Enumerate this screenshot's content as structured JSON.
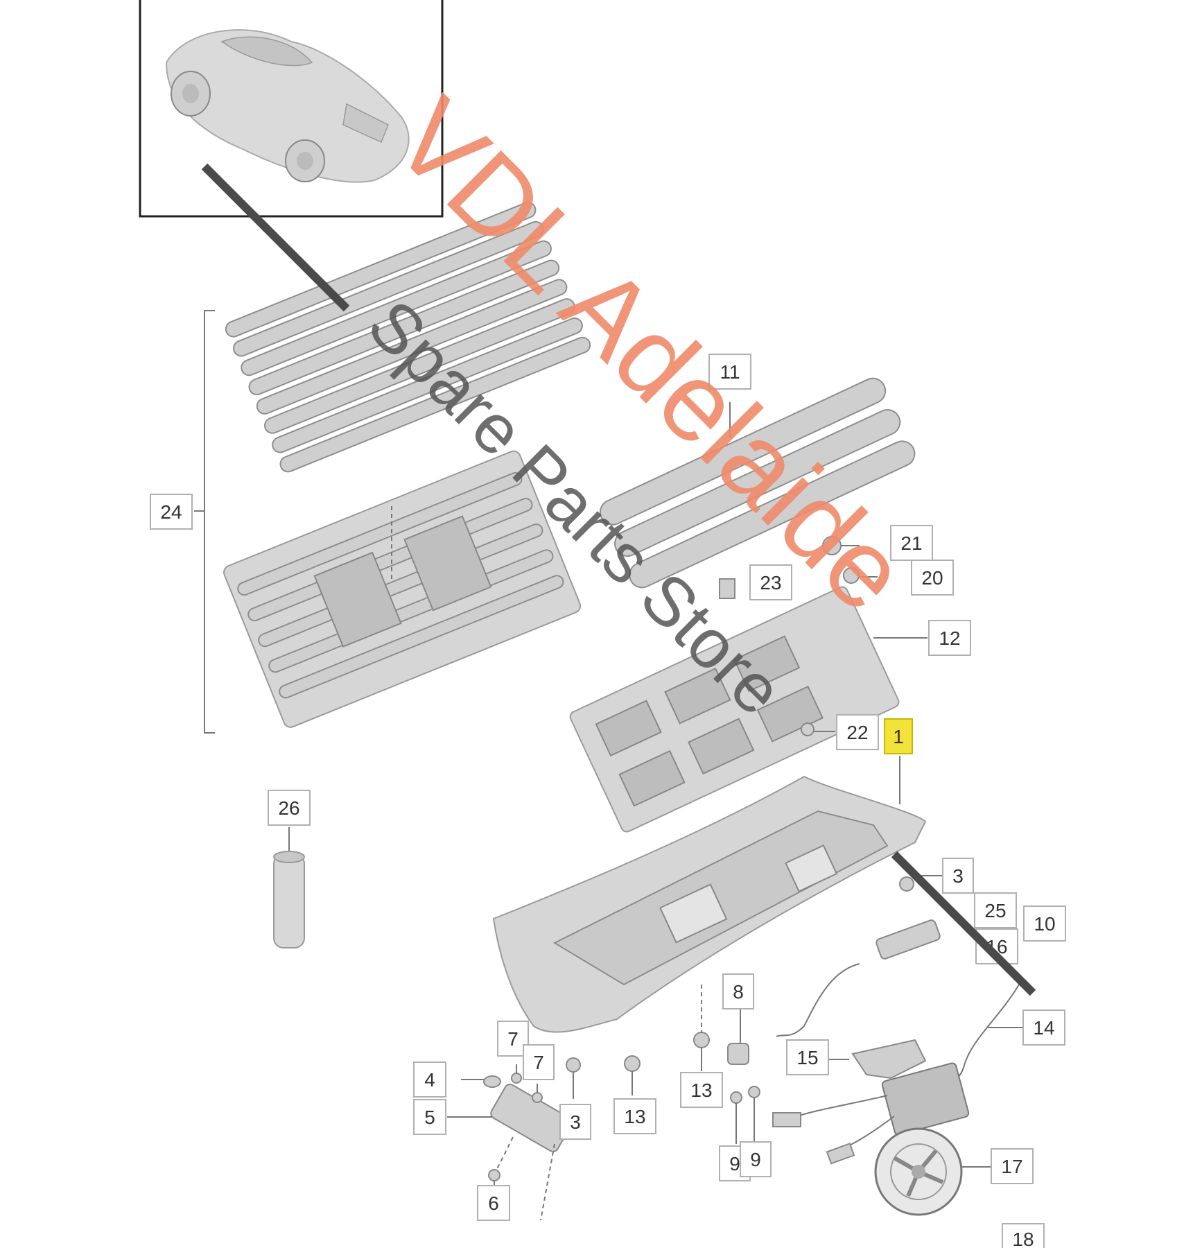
{
  "callouts": [
    {
      "id": "1",
      "label": "1",
      "highlight": true
    },
    {
      "id": "3a",
      "label": "3"
    },
    {
      "id": "3b",
      "label": "3"
    },
    {
      "id": "4",
      "label": "4"
    },
    {
      "id": "5",
      "label": "5"
    },
    {
      "id": "6",
      "label": "6"
    },
    {
      "id": "7a",
      "label": "7"
    },
    {
      "id": "7b",
      "label": "7"
    },
    {
      "id": "8",
      "label": "8"
    },
    {
      "id": "9a",
      "label": "9"
    },
    {
      "id": "9b",
      "label": "9"
    },
    {
      "id": "10",
      "label": "10"
    },
    {
      "id": "11",
      "label": "11"
    },
    {
      "id": "12",
      "label": "12"
    },
    {
      "id": "13a",
      "label": "13"
    },
    {
      "id": "13b",
      "label": "13"
    },
    {
      "id": "14",
      "label": "14"
    },
    {
      "id": "15",
      "label": "15"
    },
    {
      "id": "16",
      "label": "16"
    },
    {
      "id": "17",
      "label": "17"
    },
    {
      "id": "18",
      "label": "18"
    },
    {
      "id": "20",
      "label": "20"
    },
    {
      "id": "21",
      "label": "21"
    },
    {
      "id": "22",
      "label": "22"
    },
    {
      "id": "23",
      "label": "23"
    },
    {
      "id": "24",
      "label": "24"
    },
    {
      "id": "25",
      "label": "25"
    },
    {
      "id": "26",
      "label": "26"
    }
  ],
  "watermark": {
    "line1": "VDL Adelaide",
    "line2": "Spare Parts Store",
    "color_primary": "#f08a6a",
    "color_secondary": "#555555"
  },
  "colors": {
    "highlight": "#f2e23a",
    "box_stroke": "#b0b0b0",
    "part_fill": "#d6d6d6"
  }
}
